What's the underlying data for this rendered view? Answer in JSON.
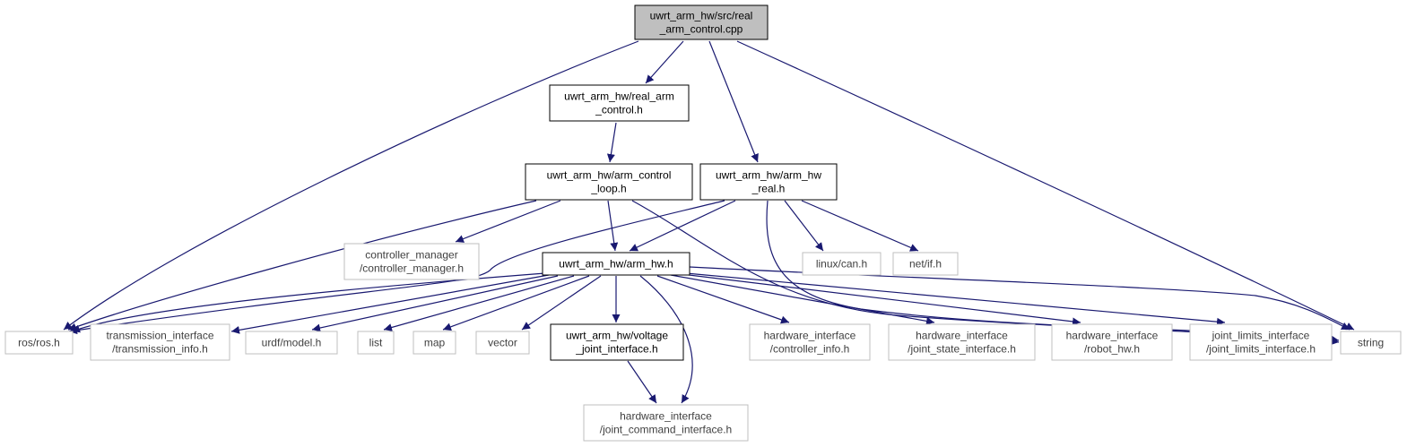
{
  "diagram": {
    "colors": {
      "edge": "#191970",
      "root_fill": "#bfbfbf",
      "root_border": "#000000",
      "internal_border": "#000000",
      "external_border": "#bfbfbf",
      "text_internal": "#000000",
      "text_external": "#3f3f3f",
      "node_fill": "#ffffff"
    },
    "nodes": [
      {
        "id": "root",
        "kind": "root",
        "lines": [
          "uwrt_arm_hw/src/real",
          "_arm_control.cpp"
        ]
      },
      {
        "id": "real_arm_control_h",
        "kind": "internal",
        "lines": [
          "uwrt_arm_hw/real_arm",
          "_control.h"
        ]
      },
      {
        "id": "arm_control_loop_h",
        "kind": "internal",
        "lines": [
          "uwrt_arm_hw/arm_control",
          "_loop.h"
        ]
      },
      {
        "id": "arm_hw_real_h",
        "kind": "internal",
        "lines": [
          "uwrt_arm_hw/arm_hw",
          "_real.h"
        ]
      },
      {
        "id": "arm_hw_h",
        "kind": "internal",
        "lines": [
          "uwrt_arm_hw/arm_hw.h"
        ]
      },
      {
        "id": "voltage_joint_interface_h",
        "kind": "internal",
        "lines": [
          "uwrt_arm_hw/voltage",
          "_joint_interface.h"
        ]
      },
      {
        "id": "ros_h",
        "kind": "external",
        "lines": [
          "ros/ros.h"
        ]
      },
      {
        "id": "controller_manager_h",
        "kind": "external",
        "lines": [
          "controller_manager",
          "/controller_manager.h"
        ]
      },
      {
        "id": "linux_can_h",
        "kind": "external",
        "lines": [
          "linux/can.h"
        ]
      },
      {
        "id": "net_if_h",
        "kind": "external",
        "lines": [
          "net/if.h"
        ]
      },
      {
        "id": "string",
        "kind": "external",
        "lines": [
          "string"
        ]
      },
      {
        "id": "transmission_info_h",
        "kind": "external",
        "lines": [
          "transmission_interface",
          "/transmission_info.h"
        ]
      },
      {
        "id": "urdf_model_h",
        "kind": "external",
        "lines": [
          "urdf/model.h"
        ]
      },
      {
        "id": "list",
        "kind": "external",
        "lines": [
          "list"
        ]
      },
      {
        "id": "map",
        "kind": "external",
        "lines": [
          "map"
        ]
      },
      {
        "id": "vector",
        "kind": "external",
        "lines": [
          "vector"
        ]
      },
      {
        "id": "controller_info_h",
        "kind": "external",
        "lines": [
          "hardware_interface",
          "/controller_info.h"
        ]
      },
      {
        "id": "joint_state_interface_h",
        "kind": "external",
        "lines": [
          "hardware_interface",
          "/joint_state_interface.h"
        ]
      },
      {
        "id": "robot_hw_h",
        "kind": "external",
        "lines": [
          "hardware_interface",
          "/robot_hw.h"
        ]
      },
      {
        "id": "joint_limits_interface_h",
        "kind": "external",
        "lines": [
          "joint_limits_interface",
          "/joint_limits_interface.h"
        ]
      },
      {
        "id": "joint_command_interface_h",
        "kind": "external",
        "lines": [
          "hardware_interface",
          "/joint_command_interface.h"
        ]
      }
    ],
    "edges": [
      {
        "from": "root",
        "to": "real_arm_control_h"
      },
      {
        "from": "root",
        "to": "arm_hw_real_h"
      },
      {
        "from": "root",
        "to": "ros_h"
      },
      {
        "from": "root",
        "to": "string"
      },
      {
        "from": "real_arm_control_h",
        "to": "arm_control_loop_h"
      },
      {
        "from": "arm_control_loop_h",
        "to": "ros_h"
      },
      {
        "from": "arm_control_loop_h",
        "to": "controller_manager_h"
      },
      {
        "from": "arm_control_loop_h",
        "to": "arm_hw_h"
      },
      {
        "from": "arm_control_loop_h",
        "to": "string"
      },
      {
        "from": "arm_hw_real_h",
        "to": "ros_h"
      },
      {
        "from": "arm_hw_real_h",
        "to": "arm_hw_h"
      },
      {
        "from": "arm_hw_real_h",
        "to": "linux_can_h"
      },
      {
        "from": "arm_hw_real_h",
        "to": "net_if_h"
      },
      {
        "from": "arm_hw_real_h",
        "to": "string"
      },
      {
        "from": "arm_hw_h",
        "to": "ros_h"
      },
      {
        "from": "arm_hw_h",
        "to": "transmission_info_h"
      },
      {
        "from": "arm_hw_h",
        "to": "urdf_model_h"
      },
      {
        "from": "arm_hw_h",
        "to": "list"
      },
      {
        "from": "arm_hw_h",
        "to": "map"
      },
      {
        "from": "arm_hw_h",
        "to": "vector"
      },
      {
        "from": "arm_hw_h",
        "to": "voltage_joint_interface_h"
      },
      {
        "from": "arm_hw_h",
        "to": "joint_command_interface_h"
      },
      {
        "from": "arm_hw_h",
        "to": "controller_info_h"
      },
      {
        "from": "arm_hw_h",
        "to": "joint_state_interface_h"
      },
      {
        "from": "arm_hw_h",
        "to": "robot_hw_h"
      },
      {
        "from": "arm_hw_h",
        "to": "joint_limits_interface_h"
      },
      {
        "from": "arm_hw_h",
        "to": "string"
      },
      {
        "from": "voltage_joint_interface_h",
        "to": "joint_command_interface_h"
      }
    ]
  }
}
